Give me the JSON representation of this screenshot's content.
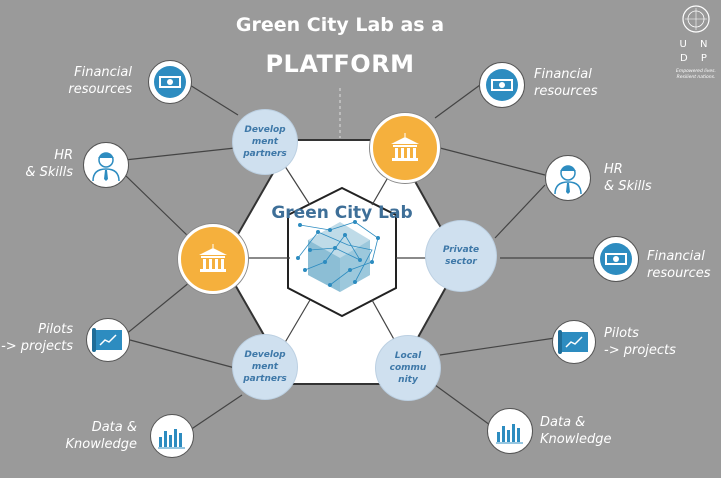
{
  "title_line1": "Green City Lab as a",
  "title_line2": "PLATFORM",
  "center_label": "Green City Lab",
  "logo": {
    "letters": [
      "U N",
      "D P"
    ],
    "tagline": [
      "Empowered lives.",
      "Resilient nations."
    ]
  },
  "nodes": {
    "dev_top": [
      "Develop",
      "ment",
      "partners"
    ],
    "dev_bottom": [
      "Develop",
      "ment",
      "partners"
    ],
    "private": [
      "Private",
      "sector"
    ],
    "local": [
      "Local",
      "commu",
      "nity"
    ]
  },
  "labels": {
    "fin_left": [
      "Financial",
      "resources"
    ],
    "hr_left": [
      "HR",
      "& Skills"
    ],
    "pilots_left": [
      "Pilots",
      "-> projects"
    ],
    "data_left": [
      "Data &",
      "Knowledge"
    ],
    "fin_right_top": [
      "Financial",
      "resources"
    ],
    "hr_right": [
      "HR",
      "& Skills"
    ],
    "fin_right_mid": [
      "Financial",
      "resources"
    ],
    "pilots_right": [
      "Pilots",
      "-> projects"
    ],
    "data_right": [
      "Data &",
      "Knowledge"
    ]
  },
  "colors": {
    "background": "#9a9a9a",
    "node_fill": "#cfe0ef",
    "node_text": "#3e78a8",
    "orange": "#f5b03d",
    "blue_icon": "#2d8cc0"
  }
}
